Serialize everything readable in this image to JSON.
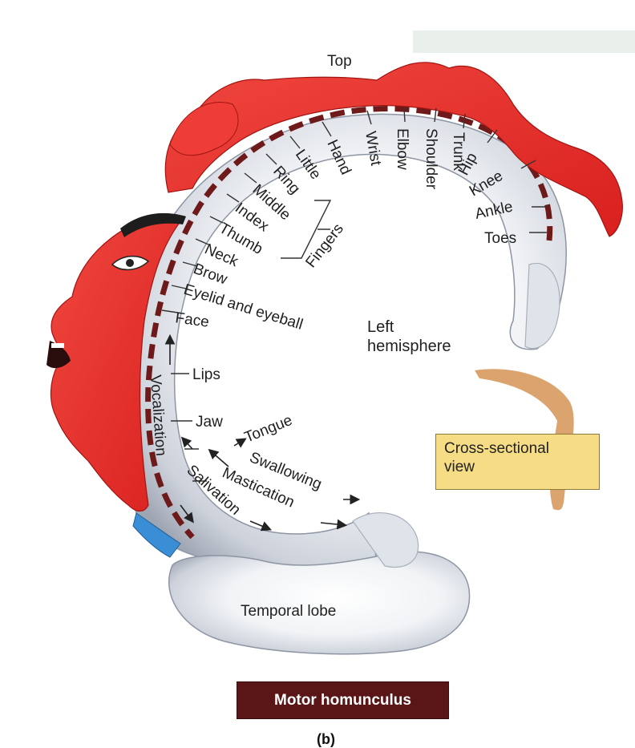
{
  "labels": {
    "top": "Top",
    "left_hemisphere": "Left\nhemisphere",
    "temporal_lobe": "Temporal lobe",
    "cross_sectional_view": "Cross-sectional\nview",
    "caption": "Motor homunculus",
    "figure_letter": "(b)",
    "fingers": "Fingers",
    "body_parts": {
      "toes": "Toes",
      "ankle": "Ankle",
      "knee": "Knee",
      "hip": "Hip",
      "trunk": "Trunk",
      "shoulder": "Shoulder",
      "elbow": "Elbow",
      "wrist": "Wrist",
      "hand": "Hand",
      "little": "Little",
      "ring": "Ring",
      "middle": "Middle",
      "index": "Index",
      "thumb": "Thumb",
      "neck": "Neck",
      "brow": "Brow",
      "eyelid_eyeball": "Eyelid and eyeball",
      "face": "Face",
      "lips": "Lips",
      "jaw": "Jaw",
      "tongue": "Tongue",
      "swallowing": "Swallowing",
      "mastication": "Mastication",
      "salivation": "Salivation",
      "vocalization": "Vocalization"
    }
  },
  "colors": {
    "homunculus_red": "#e8302c",
    "cortex_gray": "#c9ced8",
    "motor_strip": "#6e1a1a",
    "caption_bg": "#5a1616",
    "cross_box_bg": "#f6dc84",
    "cross_marker": "#d79a5e"
  }
}
